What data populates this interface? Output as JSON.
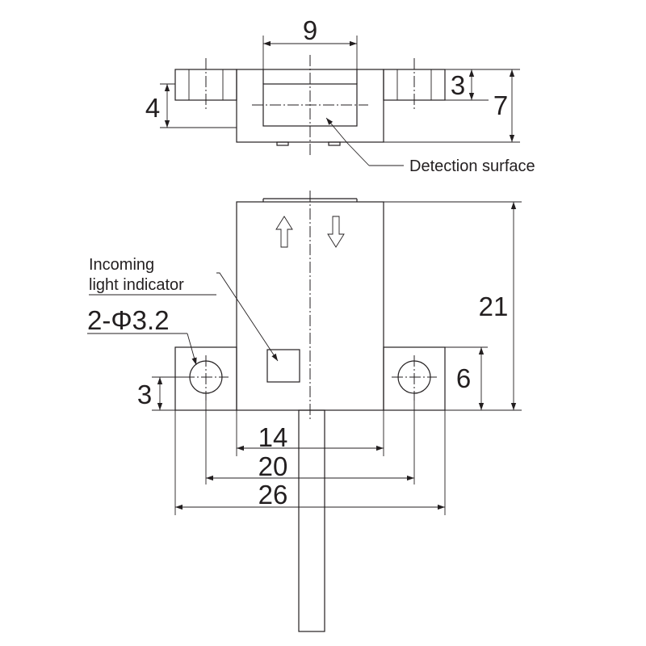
{
  "top_view": {
    "dim_width_slot": "9",
    "dim_flange_thickness": "3",
    "dim_total_height": "7",
    "dim_left_height": "4",
    "callout_detection": "Detection surface"
  },
  "front_view": {
    "dim_height": "21",
    "dim_flange_height": "6",
    "dim_hole_center": "3",
    "dim_body_width": "14",
    "dim_hole_pitch": "20",
    "dim_overall_width": "26",
    "callout_holes": "2-Φ3.2",
    "callout_indicator_line1": "Incoming",
    "callout_indicator_line2": "light indicator"
  }
}
